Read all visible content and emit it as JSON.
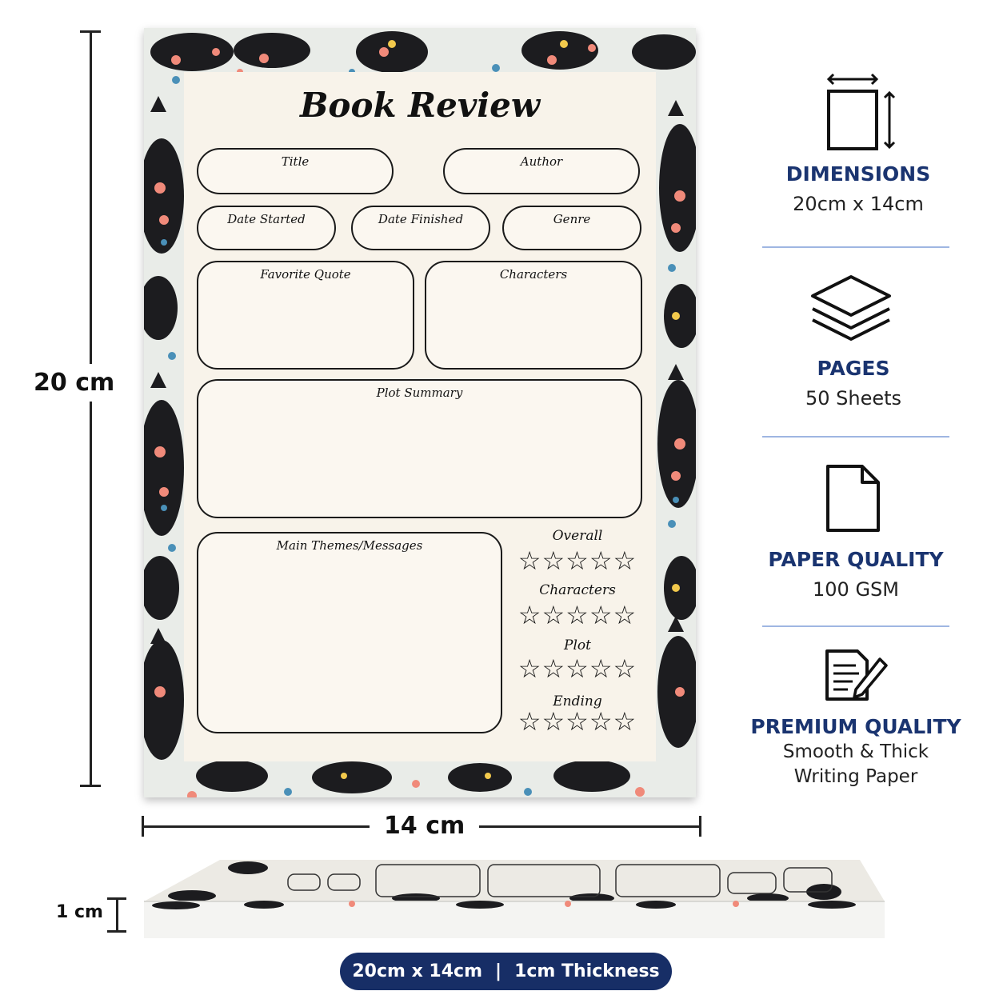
{
  "dimensions": {
    "height_label": "20 cm",
    "width_label": "14 cm",
    "thickness_label": "1 cm"
  },
  "notepad": {
    "title": "Book Review",
    "fields": {
      "title": "Title",
      "author": "Author",
      "date_started": "Date Started",
      "date_finished": "Date Finished",
      "genre": "Genre",
      "favorite_quote": "Favorite Quote",
      "characters": "Characters",
      "plot_summary": "Plot Summary",
      "main_themes": "Main Themes/Messages"
    },
    "ratings": [
      {
        "label": "Overall",
        "stars": "☆☆☆☆☆"
      },
      {
        "label": "Characters",
        "stars": "☆☆☆☆☆"
      },
      {
        "label": "Plot",
        "stars": "☆☆☆☆☆"
      },
      {
        "label": "Ending",
        "stars": "☆☆☆☆☆"
      }
    ]
  },
  "features": [
    {
      "icon": "dimensions-icon",
      "title": "DIMENSIONS",
      "lines": [
        "20cm x 14cm"
      ]
    },
    {
      "icon": "pages-stack-icon",
      "title": "PAGES",
      "lines": [
        "50 Sheets"
      ]
    },
    {
      "icon": "paper-icon",
      "title": "PAPER QUALITY",
      "lines": [
        "100 GSM"
      ]
    },
    {
      "icon": "writing-paper-icon",
      "title": "PREMIUM QUALITY",
      "lines": [
        "Smooth & Thick",
        "Writing Paper"
      ]
    }
  ],
  "summary_pill": {
    "size": "20cm x 14cm",
    "separator": "|",
    "thickness": "1cm Thickness"
  },
  "colors": {
    "accent_navy": "#1a3470",
    "pill_bg": "#172e66",
    "separator_blue": "#9fb6e2",
    "cat_black": "#1c1c1f",
    "flower_pink": "#f08a7a",
    "leaf_blue": "#4a90b8",
    "paper_cream": "#f8f3ea"
  }
}
